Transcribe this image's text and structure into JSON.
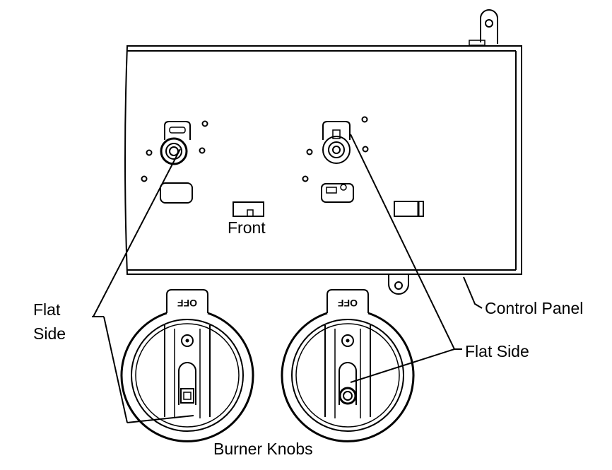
{
  "labels": {
    "flat_side_left_line1": "Flat",
    "flat_side_left_line2": "Side",
    "flat_side_right": "Flat Side",
    "control_panel": "Control Panel",
    "front": "Front",
    "burner_knobs": "Burner Knobs"
  },
  "knob_tag": "OFF"
}
